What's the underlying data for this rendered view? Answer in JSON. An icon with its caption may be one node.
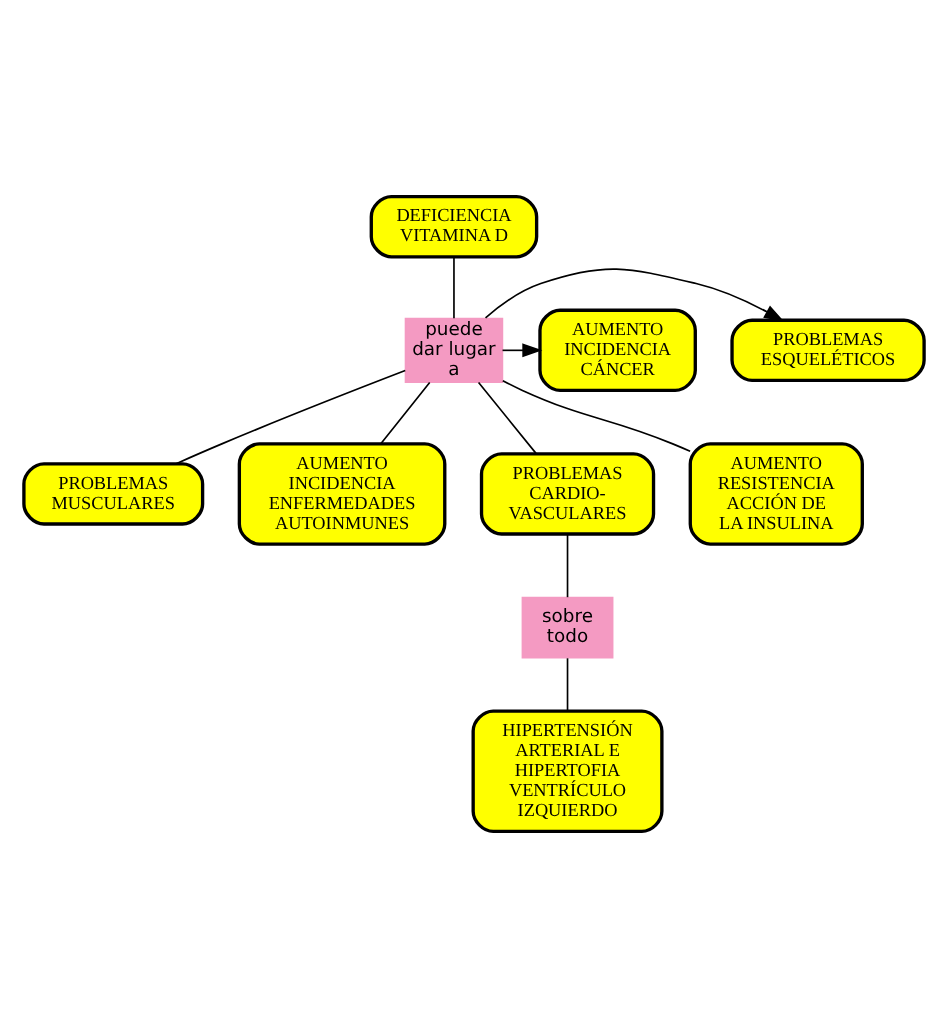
{
  "diagram": {
    "nodes": [
      {
        "text": [
          "DEFICIENCIA VITAMINA D"
        ]
      },
      {
        "text": [
          "puede dar lugar a"
        ]
      },
      {
        "text": [
          "PROBLEMAS ESQUELÉTICOS"
        ]
      },
      {
        "text": [
          "AUMENTO INCIDENCIA CÁNCER"
        ]
      },
      {
        "text": [
          "PROBLEMAS MUSCULARES"
        ]
      },
      {
        "text": [
          "AUMENTO INCIDENCIA ENFERMEDADES AUTOINMUNES"
        ]
      },
      {
        "text": [
          "PROBLEMAS CARDIO- VASCULARES"
        ]
      },
      {
        "text": [
          "AUMENTO RESISTENCIA ACCIÓN DE LA INSULINA"
        ]
      },
      {
        "text": [
          "sobre todo"
        ]
      },
      {
        "text": [
          "HIPERTENSIÓN ARTERIAL E HIPERTOFIA VENTRÍCULO IZQUIERDO"
        ]
      }
    ],
    "edges": [
      {
        "from": 0,
        "to": 1,
        "arrow": "none"
      },
      {
        "from": 1,
        "to": 2,
        "arrow": "to"
      },
      {
        "from": 1,
        "to": 3,
        "arrow": "to"
      },
      {
        "from": 1,
        "to": 4,
        "arrow": "none"
      },
      {
        "from": 1,
        "to": 5,
        "arrow": "none"
      },
      {
        "from": 1,
        "to": 6,
        "arrow": "none"
      },
      {
        "from": 1,
        "to": 7,
        "arrow": "none"
      },
      {
        "from": 6,
        "to": 8,
        "arrow": "none"
      },
      {
        "from": 8,
        "to": 9,
        "arrow": "none"
      }
    ]
  }
}
